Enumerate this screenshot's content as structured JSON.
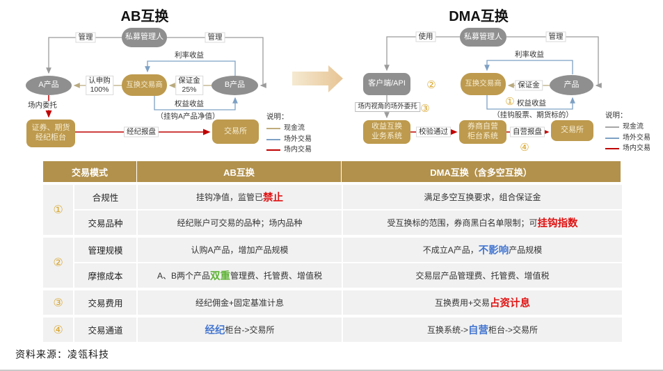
{
  "left_diagram": {
    "title": "AB互换",
    "nodes": {
      "manager": "私募管理人",
      "product_a": "A产品",
      "product_b": "B产品",
      "swap_dealer": "互换交易商",
      "broker_desk": "证券、期货\n经纪柜台",
      "exchange": "交易所"
    },
    "labels": {
      "manage_left": "管理",
      "manage_right": "管理",
      "subscribe": "认申购\n100%",
      "margin": "保证金\n25%",
      "interest_income": "利率收益",
      "equity_income": "权益收益",
      "equity_note": "（挂钩A产品净值）",
      "onsite_order": "场内委托",
      "broker_quote": "经纪报盘"
    },
    "legend": {
      "title": "说明：",
      "items": [
        {
          "label": "现金流",
          "color": "#bfab7c"
        },
        {
          "label": "场外交易",
          "color": "#7da0c4"
        },
        {
          "label": "场内交易",
          "color": "#c00000"
        }
      ]
    }
  },
  "right_diagram": {
    "title": "DMA互换",
    "nodes": {
      "manager": "私募管理人",
      "client_api": "客户端/API",
      "swap_dealer": "互换交易商",
      "product": "产品",
      "swap_system": "收益互换\n业务系统",
      "prop_desk": "券商自营\n柜台系统",
      "exchange": "交易所"
    },
    "labels": {
      "use": "使用",
      "manage": "管理",
      "margin": "保证金",
      "interest_income": "利率收益",
      "equity_income": "权益收益",
      "equity_note": "（挂钩股票、期货标的）",
      "offsite_order": "场内视角的场外委托",
      "check_pass": "校验通过",
      "prop_quote": "自营报盘",
      "badge_1": "①",
      "badge_2": "②",
      "badge_3": "③",
      "badge_4": "④"
    },
    "legend": {
      "title": "说明：",
      "items": [
        {
          "label": "现金流",
          "color": "#a6a6a6"
        },
        {
          "label": "场外交易",
          "color": "#7da0c4"
        },
        {
          "label": "场内交易",
          "color": "#c00000"
        }
      ]
    }
  },
  "table": {
    "headers": {
      "mode": "交易模式",
      "ab": "AB互换",
      "dma": "DMA互换（含多空互换）"
    },
    "groups": [
      {
        "num": "①",
        "rows": [
          {
            "label": "合规性",
            "ab": [
              {
                "t": "挂钩净值，监管已"
              },
              {
                "t": "禁止",
                "s": "red"
              }
            ],
            "dma": [
              {
                "t": "满足多空互换要求，组合保证金"
              }
            ]
          },
          {
            "label": "交易品种",
            "ab": [
              {
                "t": "经纪账户可交易的品种；场内品种"
              }
            ],
            "dma": [
              {
                "t": "受互换标的范围，券商黑白名单限制；可"
              },
              {
                "t": "挂钩指数",
                "s": "red"
              }
            ]
          }
        ]
      },
      {
        "num": "②",
        "rows": [
          {
            "label": "管理规模",
            "ab": [
              {
                "t": "认购A产品，增加产品规模"
              }
            ],
            "dma": [
              {
                "t": "不成立A产品，"
              },
              {
                "t": "不影响",
                "s": "blue"
              },
              {
                "t": "产品规模"
              }
            ]
          },
          {
            "label": "摩擦成本",
            "ab": [
              {
                "t": "A、B两个产品"
              },
              {
                "t": "双重",
                "s": "green"
              },
              {
                "t": "管理费、托管费、增值税"
              }
            ],
            "dma": [
              {
                "t": "交易层产品管理费、托管费、增值税"
              }
            ]
          }
        ]
      },
      {
        "num": "③",
        "rows": [
          {
            "label": "交易费用",
            "ab": [
              {
                "t": "经纪佣金+固定基准计息"
              }
            ],
            "dma": [
              {
                "t": "互换费用+交易"
              },
              {
                "t": "占资计息",
                "s": "red"
              }
            ]
          }
        ]
      },
      {
        "num": "④",
        "rows": [
          {
            "label": "交易通道",
            "ab": [
              {
                "t": "经纪",
                "s": "blue"
              },
              {
                "t": "柜台->交易所"
              }
            ],
            "dma": [
              {
                "t": "互换系统->"
              },
              {
                "t": "自营",
                "s": "blue"
              },
              {
                "t": "柜台->交易所"
              }
            ]
          }
        ]
      }
    ]
  },
  "footer": {
    "source": "资料来源：凌瓴科技"
  },
  "colors": {
    "gold_header": "#b2914c",
    "gold_node": "#bd9a4e",
    "gray_node": "#8f8f8f",
    "line_gray": "#9b9b9b",
    "line_cash": "#b9aa80",
    "line_otc_blue": "#7da0c4",
    "line_exchange_red": "#c00000",
    "highlight_red": "#e01111",
    "highlight_blue": "#4577d0",
    "highlight_green": "#5fb336",
    "table_row_bg": "#f1f1f1",
    "circled_number": "#d9a62e"
  }
}
